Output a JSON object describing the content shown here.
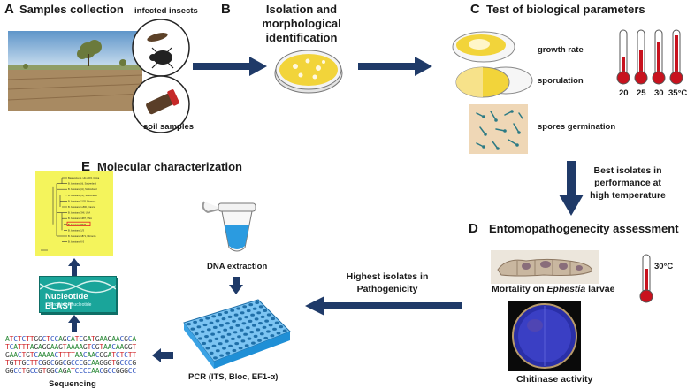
{
  "sections": {
    "a": {
      "letter": "A",
      "title": "Samples collection",
      "infected_label": "infected insects",
      "soil_label": "soil samples"
    },
    "b": {
      "letter": "B",
      "title_line1": "Isolation and morphological",
      "title_line2": "identification"
    },
    "c": {
      "letter": "C",
      "title": "Test of biological parameters",
      "growth_label": "growth rate",
      "sporulation_label": "sporulation",
      "germination_label": "spores germination",
      "temps": [
        "20",
        "25",
        "30",
        "35°C"
      ]
    },
    "d": {
      "letter": "D",
      "title": "Entomopathogenecity assessment",
      "mortality_prefix": "Mortality on ",
      "mortality_species": "Ephestia",
      "mortality_suffix": " larvae",
      "temp": "30°C",
      "chitinase_label": "Chitinase activity"
    },
    "e": {
      "letter": "E",
      "title": "Molecular characterization",
      "dna_label": "DNA extraction",
      "pcr_label": "PCR (ITS, Bloc, EF1-α)",
      "seq_label": "Sequencing",
      "blast_title": "Nucleotide BLAST",
      "blast_sub": "Proteins ▸ nucleotide"
    },
    "arrows": {
      "c_to_d_line1": "Best isolates in",
      "c_to_d_line2": "performance at",
      "c_to_d_line3": "high temperature",
      "d_to_e_line1": "Highest isolates in",
      "d_to_e_line2": "Pathogenicity"
    }
  },
  "sequence_lines": [
    "ATCTCTTGGCTCCAGCATCGATGAAGAACGCA",
    "TCATTTAGAGGAAGTAAAAGTCGTAACAAGGT",
    "GAACTGTCAAAACTTTTAACAACGGATCTCTT",
    "TGTTGCTTCGGCGGCGCCCGCAAGGGTGCCCG",
    "GGCCTGCCGTGGCAGATCCCCAACGCCGGGCC"
  ],
  "tree_labels": [
    "Beauveria sp. HG 2015, China",
    "B. bassiana (ii), Switzerland",
    "B. bassiana (iii), Switzerland",
    "B. bassiana (iv), Switzerland",
    "B. bassiana 1103, Morocco",
    "B. bassiana 1-800, France",
    "B. bassiana 3HI, USA",
    "B. bassiana 1387, USA",
    "B. bassiana PSM",
    "B. bassiana 1/3",
    "B. bassiana 1871, Morocco",
    "B. bassiana 6-5"
  ],
  "colors": {
    "arrow": "#1f3a68",
    "agar": "#f2d43a",
    "thermo": "#c8121e",
    "tree_bg": "#f4f45c",
    "blast_bg": "#1aa59a",
    "plate": "#1f8fd6"
  }
}
